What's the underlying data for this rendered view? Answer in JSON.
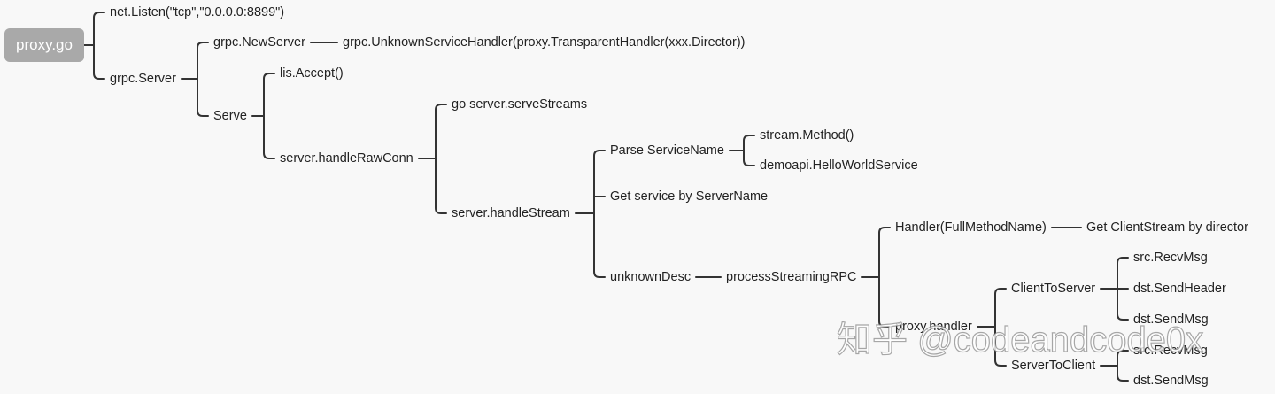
{
  "tree": {
    "label": "proxy.go",
    "children": [
      {
        "label": "net.Listen(\"tcp\",\"0.0.0.0:8899\")"
      },
      {
        "label": "grpc.Server",
        "children": [
          {
            "label": "grpc.NewServer",
            "children": [
              {
                "label": "grpc.UnknownServiceHandler(proxy.TransparentHandler(xxx.Director))"
              }
            ]
          },
          {
            "label": "Serve",
            "children": [
              {
                "label": "lis.Accept()"
              },
              {
                "label": "server.handleRawConn",
                "children": [
                  {
                    "label": "go server.serveStreams"
                  },
                  {
                    "label": "server.handleStream",
                    "children": [
                      {
                        "label": "Parse ServiceName",
                        "children": [
                          {
                            "label": "stream.Method()"
                          },
                          {
                            "label": "demoapi.HelloWorldService"
                          }
                        ]
                      },
                      {
                        "label": "Get service by ServerName"
                      },
                      {
                        "label": "unknownDesc",
                        "children": [
                          {
                            "label": "processStreamingRPC",
                            "children": [
                              {
                                "label": "Handler(FullMethodName)",
                                "children": [
                                  {
                                    "label": "Get ClientStream by director"
                                  }
                                ]
                              },
                              {
                                "label": "proxy.handler",
                                "children": [
                                  {
                                    "label": "ClientToServer",
                                    "children": [
                                      {
                                        "label": "src.RecvMsg"
                                      },
                                      {
                                        "label": "dst.SendHeader"
                                      },
                                      {
                                        "label": "dst.SendMsg"
                                      }
                                    ]
                                  },
                                  {
                                    "label": "ServerToClient",
                                    "children": [
                                      {
                                        "label": "src.RecvMsg"
                                      },
                                      {
                                        "label": "dst.SendMsg"
                                      }
                                    ]
                                  }
                                ]
                              }
                            ]
                          }
                        ]
                      }
                    ]
                  }
                ]
              }
            ]
          }
        ]
      }
    ]
  },
  "watermark": "知乎 @codeandcode0x",
  "colors": {
    "background": "#f8f8f8",
    "line": "#333333",
    "root_fill": "#a9a9a9",
    "text": "#222222"
  }
}
